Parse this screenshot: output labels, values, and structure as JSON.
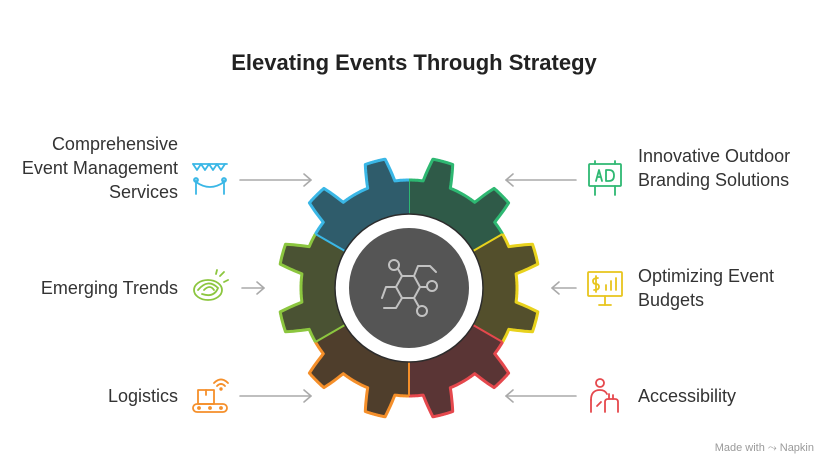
{
  "title": "Elevating Events Through Strategy",
  "items": [
    {
      "id": "event-management",
      "label": "Comprehensive Event Management Services",
      "color": "#3ab7e6",
      "icon": "bunting-icon"
    },
    {
      "id": "outdoor-branding",
      "label": "Innovative Outdoor Branding Solutions",
      "color": "#2eb872",
      "icon": "billboard-icon"
    },
    {
      "id": "emerging-trends",
      "label": "Emerging Trends",
      "color": "#8cc63f",
      "icon": "trend-swirl-icon"
    },
    {
      "id": "event-budgets",
      "label": "Optimizing Event Budgets",
      "color": "#e8d21d",
      "icon": "budget-chart-icon"
    },
    {
      "id": "logistics",
      "label": "Logistics",
      "color": "#f58f2a",
      "icon": "conveyor-icon"
    },
    {
      "id": "accessibility",
      "label": "Accessibility",
      "color": "#e5484d",
      "icon": "accessibility-hand-icon"
    }
  ],
  "center_icon": "network-icon",
  "footer": "Made with ⤳ Napkin"
}
